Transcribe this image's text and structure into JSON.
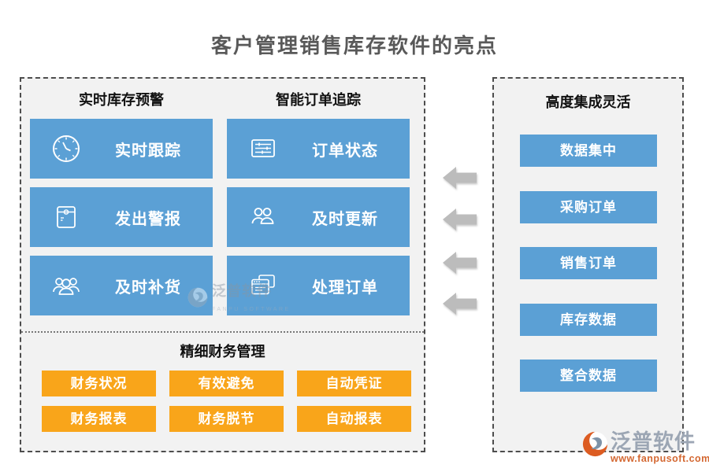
{
  "title": "客户管理销售库存软件的亮点",
  "colors": {
    "card_blue": "#5BA0D5",
    "finance_orange": "#F9A51A",
    "panel_background": "#F2F2F2",
    "panel_border": "#4D4D4D",
    "arrow_gray": "#BCBCBC",
    "title_gray": "#595959",
    "logo_orange": "#DC5C22",
    "logo_blue_gray": "#7E93A8"
  },
  "left_panel": {
    "columns": [
      {
        "header": "实时库存预警",
        "items": [
          {
            "icon": "clock-icon",
            "label": "实时跟踪"
          },
          {
            "icon": "alert-package-icon",
            "label": "发出警报"
          },
          {
            "icon": "people-group-icon",
            "label": "及时补货"
          }
        ]
      },
      {
        "header": "智能订单追踪",
        "items": [
          {
            "icon": "order-form-icon",
            "label": "订单状态"
          },
          {
            "icon": "people-pair-icon",
            "label": "及时更新"
          },
          {
            "icon": "windows-stack-icon",
            "label": "处理订单"
          }
        ]
      }
    ],
    "finance": {
      "header": "精细财务管理",
      "buttons": [
        "财务状况",
        "有效避免",
        "自动凭证",
        "财务报表",
        "财务脱节",
        "自动报表"
      ]
    }
  },
  "right_panel": {
    "header": "高度集成灵活",
    "buttons": [
      "数据集中",
      "采购订单",
      "销售订单",
      "库存数据",
      "整合数据"
    ]
  },
  "watermark": {
    "name": "泛普软件",
    "sub": "FANPU SOFTWARE"
  },
  "logo": {
    "name": "泛普软件",
    "url": "www.fanpusoft.com"
  }
}
